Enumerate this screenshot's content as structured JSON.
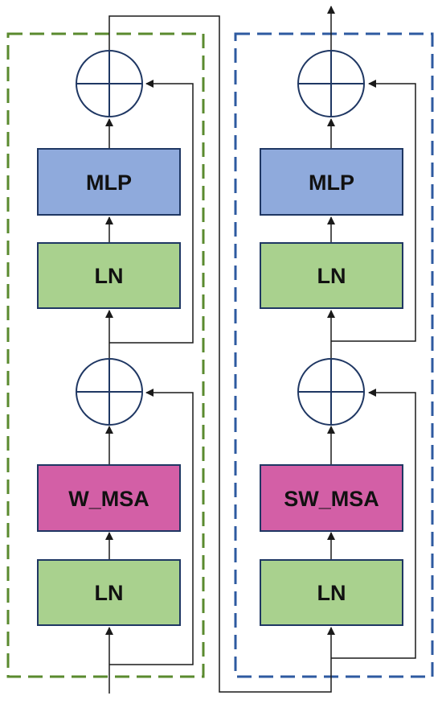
{
  "colors": {
    "left_border": "#5a8a2e",
    "right_border": "#2e5aa0",
    "mlp_fill": "#8faadc",
    "ln_fill": "#a9d18e",
    "msa_fill": "#d35fa6",
    "block_stroke": "#1f3763",
    "line": "#1a1a1a"
  },
  "left_block": {
    "mlp_label": "MLP",
    "ln_top_label": "LN",
    "msa_label": "W_MSA",
    "ln_bottom_label": "LN"
  },
  "right_block": {
    "mlp_label": "MLP",
    "ln_top_label": "LN",
    "msa_label": "SW_MSA",
    "ln_bottom_label": "LN"
  }
}
